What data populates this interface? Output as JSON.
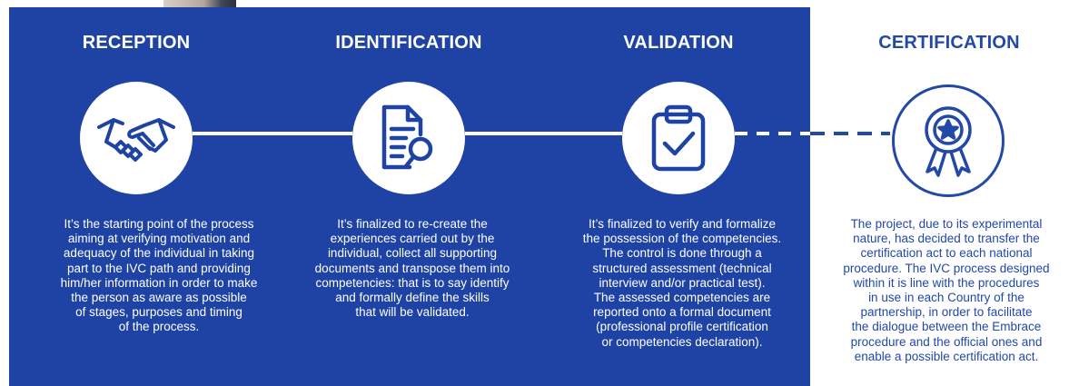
{
  "colors": {
    "panel": "#1e43a4",
    "accent": "#2248a8",
    "white": "#ffffff"
  },
  "steps": [
    {
      "title": "RECEPTION",
      "icon": "handshake-icon",
      "description": "It’s the starting point of the process\naiming at verifying motivation and\nadequacy of the individual in taking\npart to the IVC path and providing\nhim/her information in order to make\nthe person as aware as possible\nof stages, purposes and timing\nof the process."
    },
    {
      "title": "IDENTIFICATION",
      "icon": "document-search-icon",
      "description": "It’s finalized to re-create the\nexperiences carried out by the\nindividual, collect all supporting\ndocuments and transpose them into\ncompetencies:  that is to say identify\nand formally define the skills\nthat will be validated."
    },
    {
      "title": "VALIDATION",
      "icon": "clipboard-check-icon",
      "description": "It’s finalized to verify and formalize\nthe possession of the competencies.\nThe control is done through a\nstructured assessment (technical\ninterview and/or practical test).\nThe assessed competencies are\nreported onto a formal document\n(professional profile certification\nor competencies declaration)."
    },
    {
      "title": "CERTIFICATION",
      "icon": "award-ribbon-icon",
      "description": "The project, due to its experimental\nnature, has decided to transfer the\ncertification act to each national\nprocedure. The IVC process designed\nwithin it is line with the procedures\nin use in each Country of the\npartnership, in order to facilitate\nthe dialogue between the Embrace\nprocedure and the official ones and\nenable a possible certification act."
    }
  ]
}
